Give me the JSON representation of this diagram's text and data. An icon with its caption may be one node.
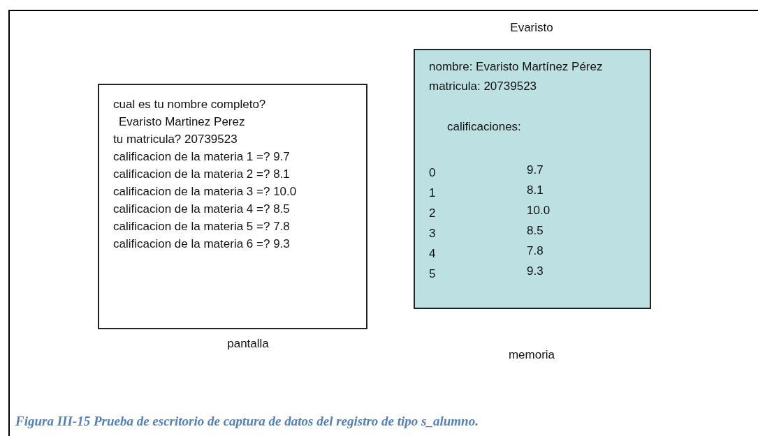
{
  "diagram": {
    "caption": "Figura III-15 Prueba de escritorio de captura de datos del registro de tipo s_alumno.",
    "nodes": [
      {
        "text": [
          "cual es tu nombre completo?",
          "Evaristo Martinez Perez",
          "tu matricula? 20739523",
          "calificacion de la materia 1 =? 9.7",
          "calificacion de la materia 2 =? 8.1",
          "calificacion de la materia 3 =? 10.0",
          "calificacion de la materia 4 =? 8.5",
          "calificacion de la materia 5 =? 7.8",
          "calificacion de la materia 6 =? 9.3"
        ],
        "beside": [
          "pantalla"
        ]
      },
      {
        "text": [
          "nombre: Evaristo Martínez Pérez",
          "matricula: 20739523",
          "calificaciones:",
          "0",
          "9.7",
          "1",
          "8.1",
          "2",
          "10.0",
          "3",
          "8.5",
          "4",
          "7.8",
          "5",
          "9.3"
        ],
        "beside": [
          "Evaristo",
          "memoria"
        ]
      }
    ],
    "edges": []
  }
}
